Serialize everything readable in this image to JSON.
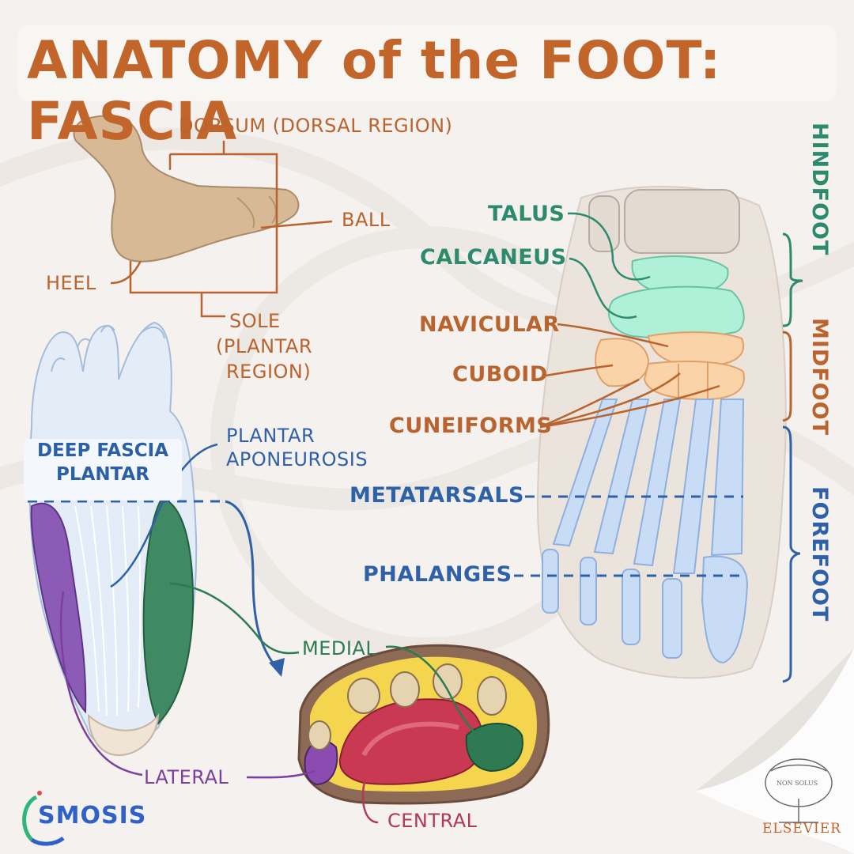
{
  "title": "ANATOMY of the FOOT: FASCIA",
  "regions": {
    "dorsum": "DORSUM (DORSAL REGION)",
    "ball": "BALL",
    "heel": "HEEL",
    "sole_line1": "SOLE",
    "sole_line2": "(PLANTAR",
    "sole_line3": "REGION)"
  },
  "bones": {
    "talus": "TALUS",
    "calcaneus": "CALCANEUS",
    "navicular": "NAVICULAR",
    "cuboid": "CUBOID",
    "cuneiforms": "CUNEIFORMS",
    "metatarsals": "METATARSALS",
    "phalanges": "PHALANGES"
  },
  "divisions": {
    "hindfoot": "HINDFOOT",
    "midfoot": "MIDFOOT",
    "forefoot": "FOREFOOT"
  },
  "fascia": {
    "deep_line1": "DEEP FASCIA",
    "deep_line2": "PLANTAR",
    "plantar_aponeurosis_line1": "PLANTAR",
    "plantar_aponeurosis_line2": "APONEUROSIS",
    "medial": "MEDIAL",
    "lateral": "LATERAL",
    "central": "CENTRAL"
  },
  "branding": {
    "osmosis": "SMOSIS",
    "elsevier": "ELSEVIER",
    "elsevier_motto": "NON SOLUS"
  },
  "colors": {
    "title": "#c1652b",
    "hindfoot": "#2e8a6e",
    "midfoot": "#b9632e",
    "forefoot": "#2f61a8",
    "talus_calcaneus_fill": "#aef0d8",
    "midfoot_fill": "#fbd3a8",
    "forefoot_fill": "#c9dcf6",
    "medial_compartment": "#2e7a52",
    "lateral_compartment": "#7b3f9e",
    "central_compartment": "#b03a55"
  }
}
